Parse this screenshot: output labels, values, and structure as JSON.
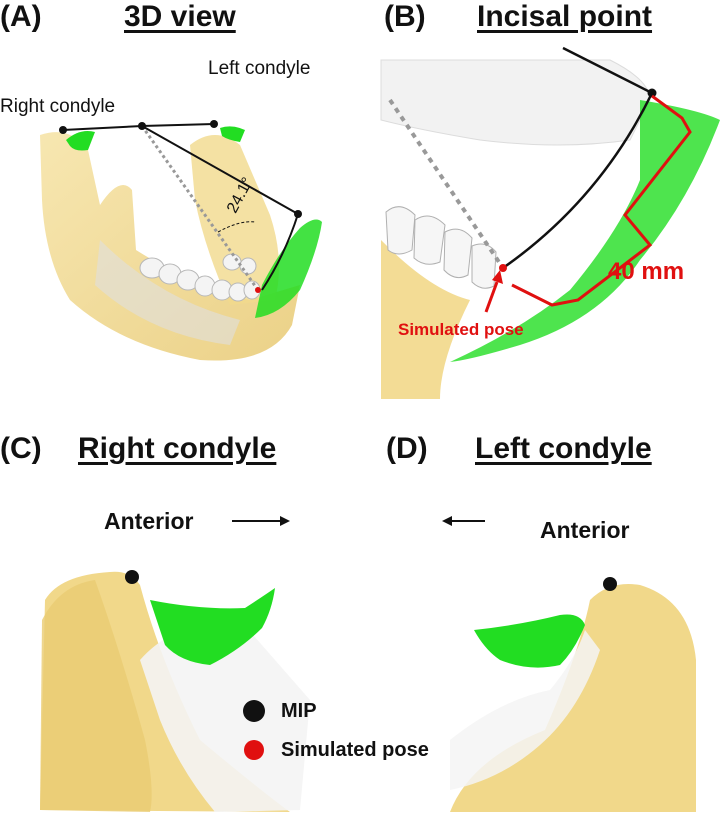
{
  "panels": {
    "a": {
      "letter": "(A)",
      "title": "3D view",
      "left_condyle": "Left condyle",
      "right_condyle": "Right condyle",
      "angle": "24.1°"
    },
    "b": {
      "letter": "(B)",
      "title": "Incisal point",
      "distance": "40 mm",
      "simulated_pose": "Simulated pose"
    },
    "c": {
      "letter": "(C)",
      "title": "Right condyle",
      "anterior": "Anterior"
    },
    "d": {
      "letter": "(D)",
      "title": "Left condyle",
      "anterior": "Anterior"
    }
  },
  "legend": {
    "mip": "MIP",
    "simulated_pose": "Simulated pose"
  },
  "colors": {
    "bone": "#f3dc95",
    "trajectory": "#22dd22",
    "highlight": "#e01010",
    "line": "#111111"
  }
}
